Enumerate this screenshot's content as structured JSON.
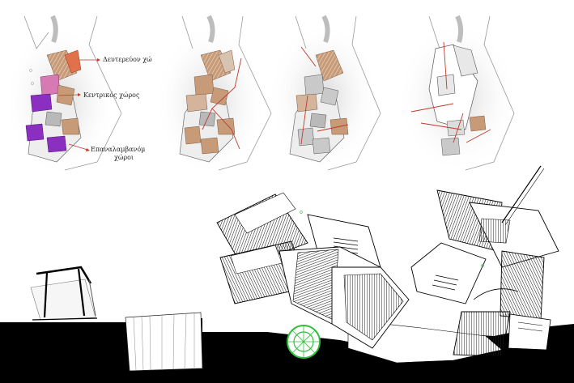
{
  "annotations": {
    "secondary": "Δευτερεύον χώ",
    "central": "Κεντρικός χώρος",
    "repeated_line1": "Επαναλαμβανόμ",
    "repeated_line2": "χώροι"
  },
  "colors": {
    "accent_red": "#c0392b",
    "purple": "#8a2fc0",
    "pink": "#d77ab4",
    "wood": "#c89b78",
    "ground": "#000000",
    "tree_green": "#2fbf3a"
  }
}
